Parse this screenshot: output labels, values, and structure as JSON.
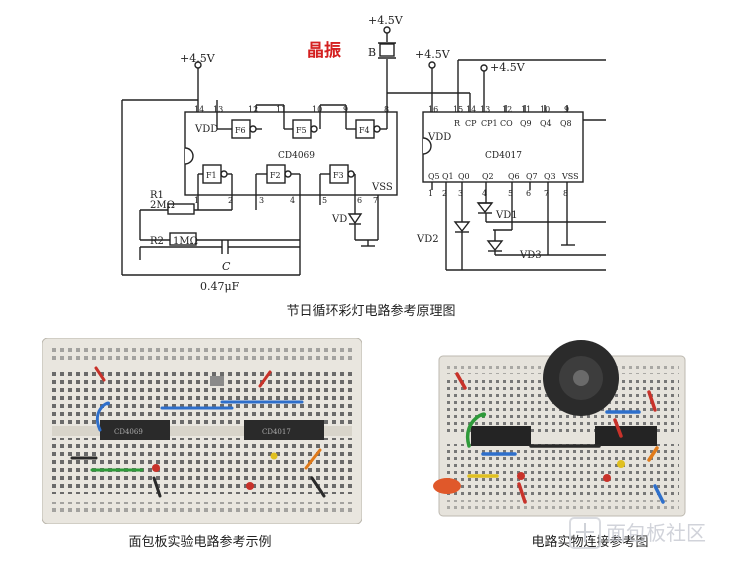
{
  "schematic": {
    "power_labels": [
      "+4.5V",
      "+4.5V",
      "+4.5V",
      "+4.5V"
    ],
    "crystal_label": "晶振",
    "crystal_ref": "B",
    "ic1": {
      "name": "CD4069",
      "vdd": "VDD",
      "vss": "VSS",
      "top_pins": [
        "14",
        "13",
        "12",
        "11",
        "10",
        "9",
        "8"
      ],
      "bottom_pins": [
        "1",
        "2",
        "3",
        "4",
        "5",
        "6",
        "7"
      ],
      "gates_top": [
        "F6",
        "F5",
        "F4"
      ],
      "gates_bottom": [
        "F1",
        "F2",
        "F3"
      ]
    },
    "ic2": {
      "name": "CD4017",
      "vdd": "VDD",
      "top_pins": [
        "16",
        "15",
        "14",
        "13",
        "12",
        "11",
        "10",
        "9"
      ],
      "top_labels": [
        "R",
        "CP",
        "CP1",
        "CO",
        "Q9",
        "Q4",
        "Q8"
      ],
      "bottom_pins": [
        "1",
        "2",
        "3",
        "4",
        "5",
        "6",
        "7",
        "8"
      ],
      "bottom_labels": [
        "Q5",
        "Q1",
        "Q0",
        "Q2",
        "Q6",
        "Q7",
        "Q3",
        "VSS"
      ]
    },
    "components": {
      "r1": "R1",
      "r1_value": "2MΩ",
      "r2": "R2",
      "r2_value": "1MΩ",
      "c": "C",
      "c_value": "0.47μF",
      "vd": "VD",
      "vd1": "VD1",
      "vd2": "VD2",
      "vd3": "VD3"
    }
  },
  "captions": {
    "main": "节日循环彩灯电路参考原理图",
    "left": "面包板实验电路参考示例",
    "right": "电路实物连接参考图"
  },
  "photo_left_chips": [
    "CD4069",
    "CD4017"
  ],
  "watermark": "面包板社区",
  "colors": {
    "crystal_label": "#d42020",
    "wire": "#222222",
    "breadboard": "#e9e6df",
    "wire_blue": "#2e6fcb",
    "wire_red": "#c8322a",
    "wire_green": "#2f9a3a",
    "wire_orange": "#e07a1a",
    "chip": "#2a2a2a"
  }
}
